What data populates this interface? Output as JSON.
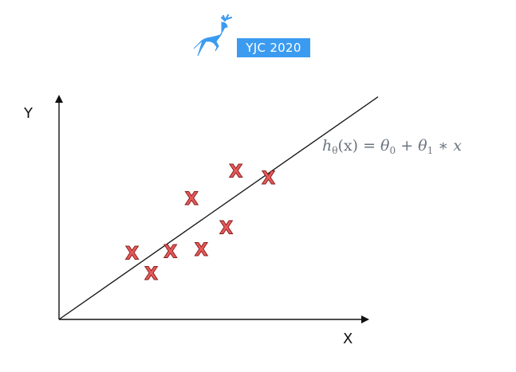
{
  "logo": {
    "badge_text": "YJC 2020",
    "icon": "deer-icon",
    "accent_color": "#3b9bf0"
  },
  "diagram": {
    "y_axis_label": "Y",
    "x_axis_label": "X",
    "formula": {
      "lhs_symbol": "h",
      "lhs_subscript": "θ",
      "lhs_argument": "(x)",
      "equals": "=",
      "theta": "θ",
      "sub0": "0",
      "plus": "+",
      "sub1": "1",
      "times": "∗",
      "x": "x"
    },
    "marker_symbol": "X",
    "marker_color": "#e85a5a",
    "line_color": "#111111"
  },
  "chart_data": {
    "type": "scatter",
    "x": [
      1.9,
      2.4,
      2.9,
      3.45,
      3.7,
      4.35,
      4.6,
      5.45
    ],
    "y": [
      1.95,
      1.35,
      2.0,
      3.55,
      2.05,
      2.7,
      4.35,
      4.15
    ],
    "fit_line": {
      "x": [
        0,
        8.3
      ],
      "y": [
        0,
        6.52
      ]
    },
    "xlim": [
      0,
      8.3
    ],
    "ylim": [
      0,
      7.0
    ],
    "grid": false
  }
}
